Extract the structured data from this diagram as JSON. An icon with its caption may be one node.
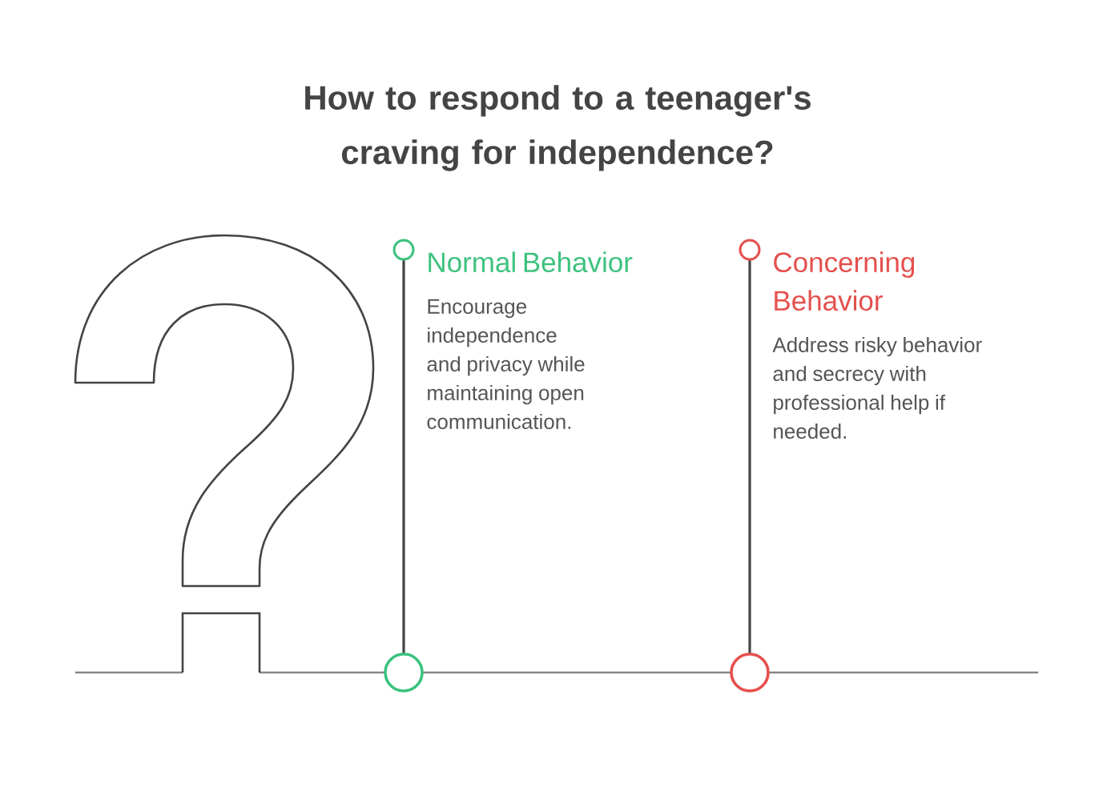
{
  "diagram": {
    "title": "How to respond to a teenager's craving for independence?",
    "nodes": [
      {
        "text": [
          "Normal Behavior",
          "Encourage independence and privacy while maintaining open communication."
        ]
      },
      {
        "text": [
          "Concerning Behavior",
          "Address risky behavior and secrecy with professional help if needed."
        ]
      }
    ]
  }
}
